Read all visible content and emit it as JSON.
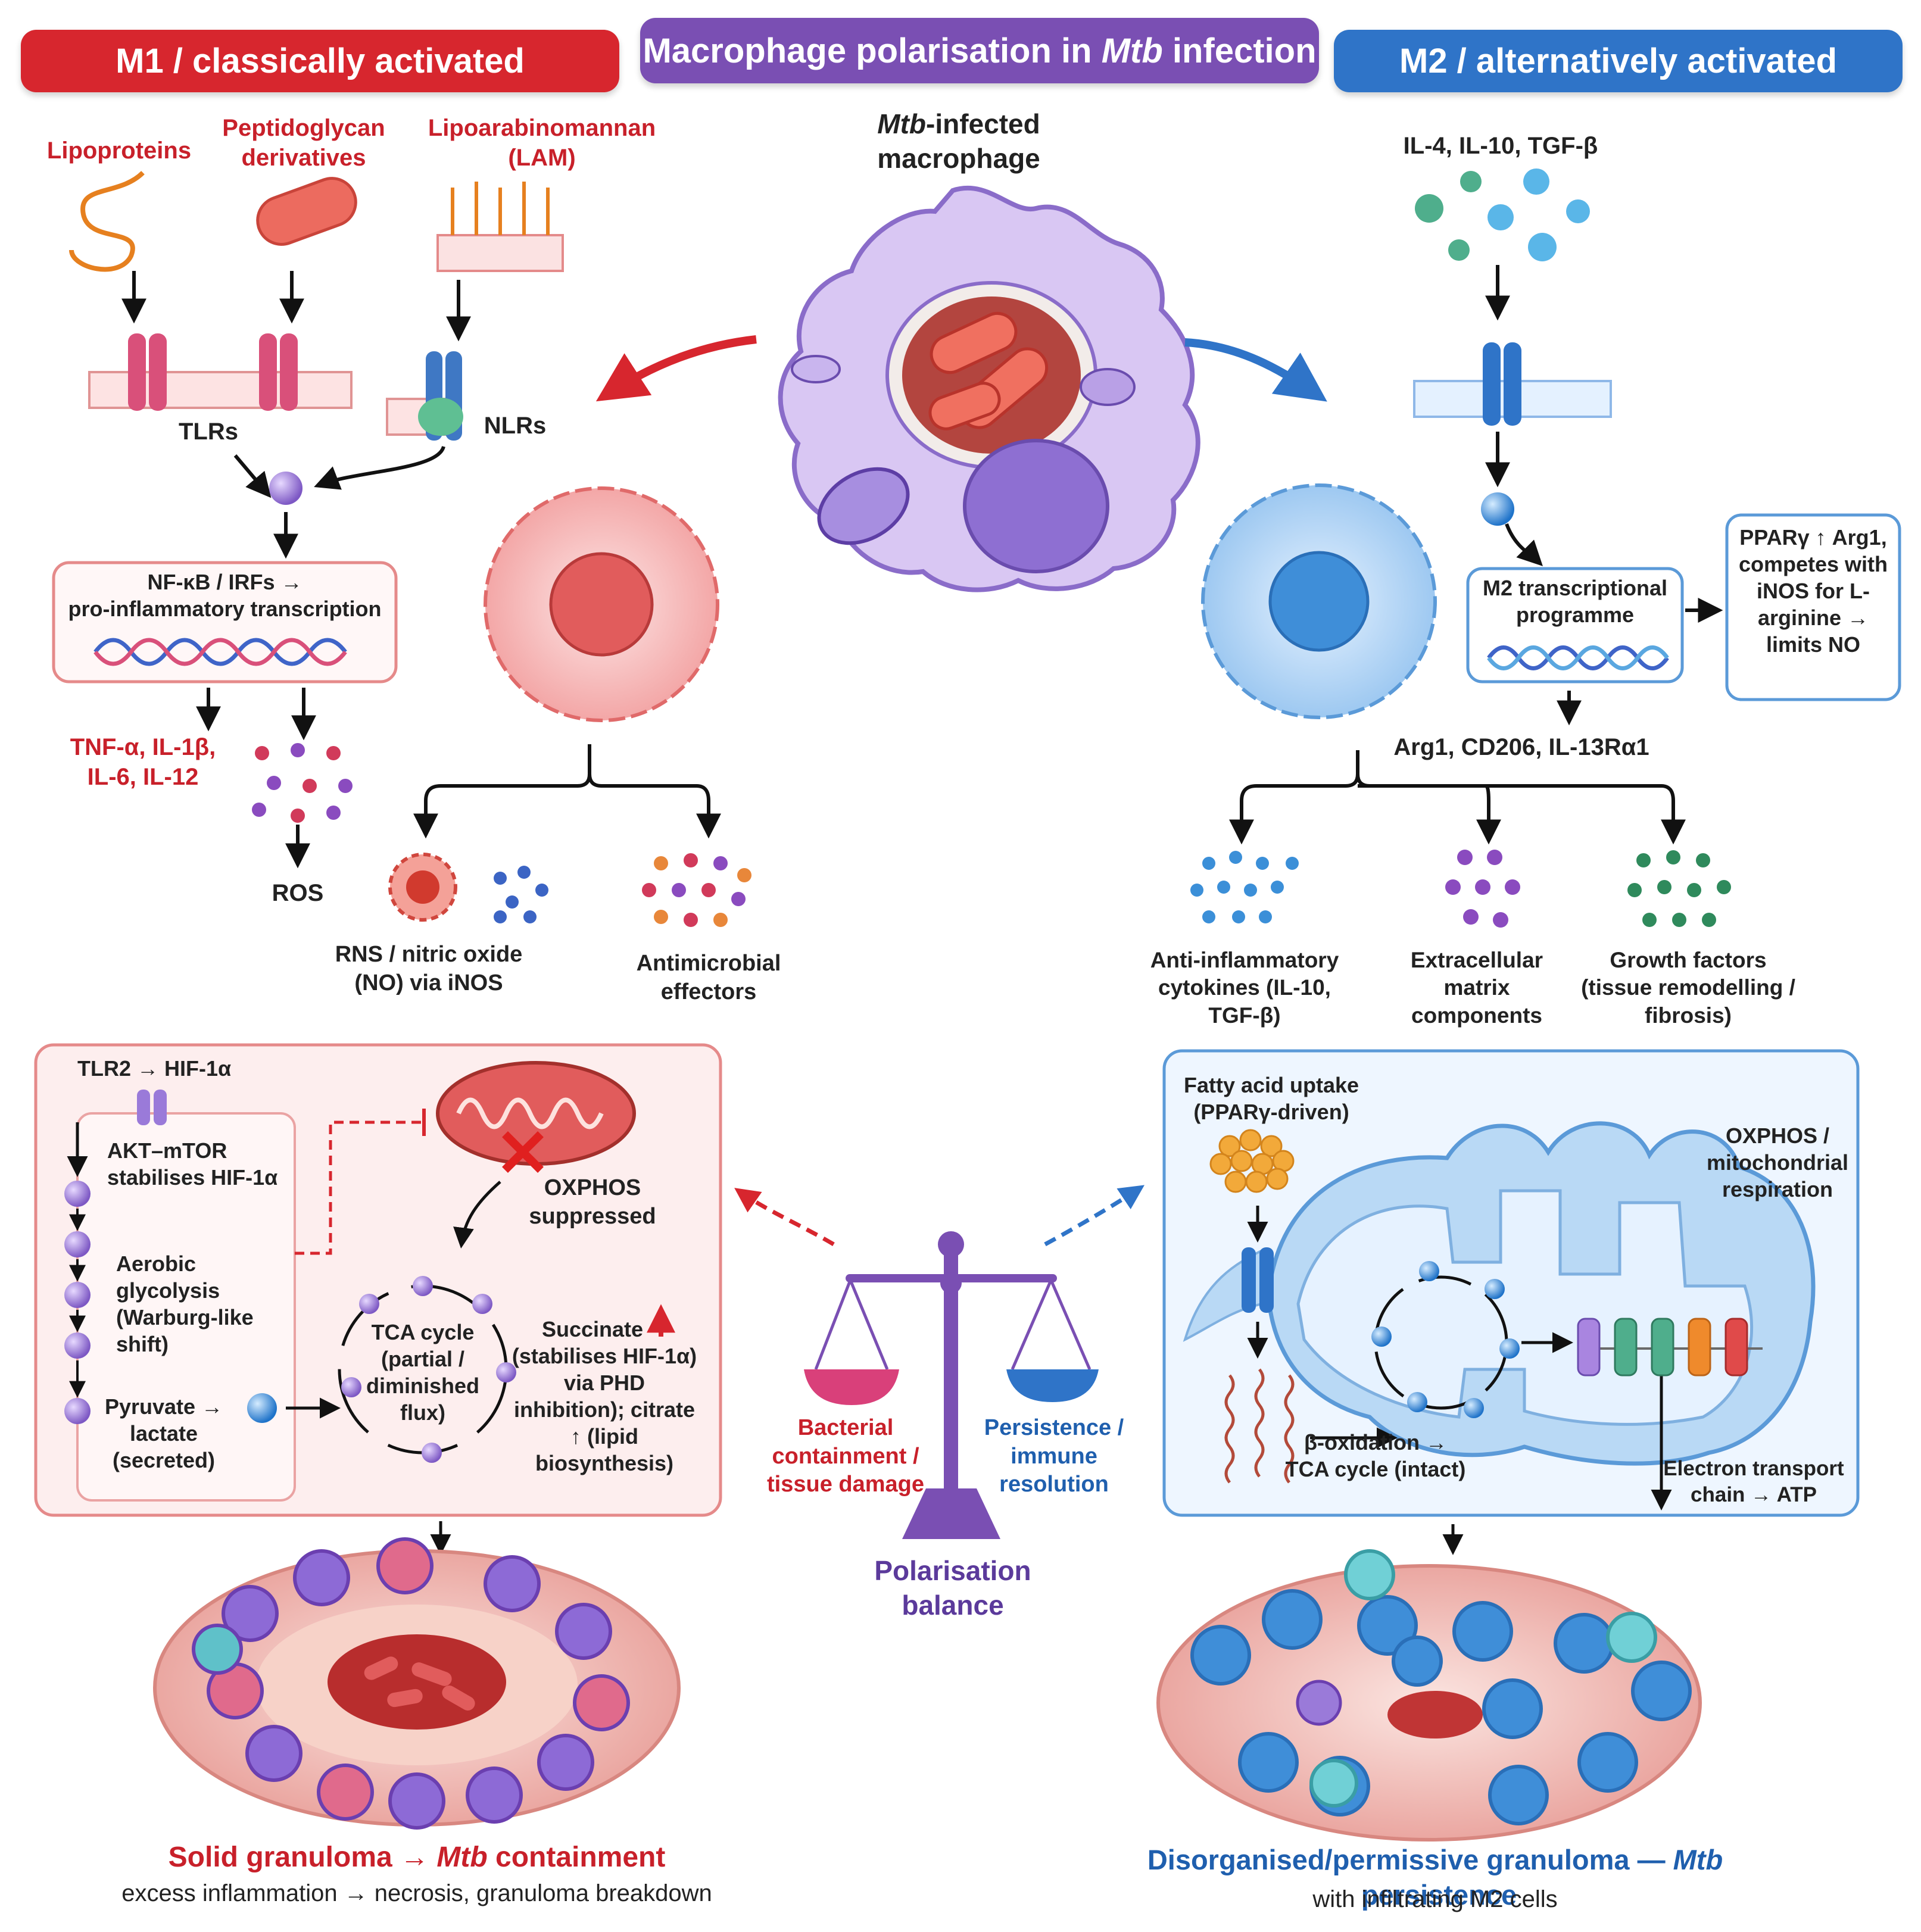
{
  "banners": {
    "m1": "M1 / classically activated",
    "center_pre": "Macrophage polarisation in ",
    "center_em": "Mtb",
    "center_post": " infection",
    "m2": "M2 / alternatively activated"
  },
  "center": {
    "infected_em": "Mtb",
    "infected_line1": "-infected",
    "infected_line2": "macrophage",
    "balance_left": "Bacterial containment / tissue damage",
    "balance_right": "Persistence / immune resolution",
    "balance_label": "Polarisation balance"
  },
  "m1": {
    "ligand_lipoproteins": "Lipoproteins",
    "ligand_peptidoglycan": "Peptidoglycan derivatives",
    "ligand_lam": "Lipoarabinomannan (LAM)",
    "receptor_tlrs": "TLRs",
    "receptor_nlrs": "NLRs",
    "transcription_line1": "NF-κB / IRFs →",
    "transcription_line2": "pro-inflammatory transcription",
    "cytokines": "TNF-α, IL-1β, IL-6, IL-12",
    "ros": "ROS",
    "rns": "RNS / nitric oxide (NO) via iNOS",
    "antimicrobial": "Antimicrobial effectors",
    "metab": {
      "tlr2": "TLR2 → HIF-1α",
      "akt": "AKT–mTOR stabilises HIF-1α",
      "glycolysis": "Aerobic glycolysis (Warburg-like shift)",
      "pyruvate": "Pyruvate → lactate (secreted)",
      "oxphos": "OXPHOS suppressed",
      "tca": "TCA cycle (partial / diminished flux)",
      "succinate_a": "Succinate",
      "succinate_b": "(stabilises HIF-1α) via PHD inhibition); citrate ↑ (lipid biosynthesis)"
    },
    "granuloma_title_pre": "Solid granuloma → ",
    "granuloma_title_em": "Mtb",
    "granuloma_title_post": " containment",
    "granuloma_sub": "excess inflammation → necrosis, granuloma breakdown"
  },
  "m2": {
    "cytokines_in": "IL-4, IL-10, TGF-β",
    "programme": "M2 transcriptional programme",
    "ppar": "PPARγ ↑ Arg1, competes with iNOS for L-arginine → limits NO",
    "markers": "Arg1, CD206, IL-13Rα1",
    "out_antiinflam": "Anti-inflammatory cytokines (IL-10, TGF-β)",
    "out_ecm": "Extracellular matrix components",
    "out_growth": "Growth factors (tissue remodelling / fibrosis)",
    "metab": {
      "fatty": "Fatty acid uptake (PPARγ-driven)",
      "oxphos": "OXPHOS / mitochondrial respiration",
      "beta": "β-oxidation → TCA cycle (intact)",
      "etc": "Electron transport chain → ATP"
    },
    "granuloma_title_pre": "Disorganised/permissive granuloma — ",
    "granuloma_title_em": "Mtb",
    "granuloma_title_post": " persistence",
    "granuloma_sub": "with infiltrating M2 cells"
  },
  "colors": {
    "m1_red": "#d7262e",
    "center_purple": "#7a4fb3",
    "m2_blue": "#2f74c8"
  }
}
